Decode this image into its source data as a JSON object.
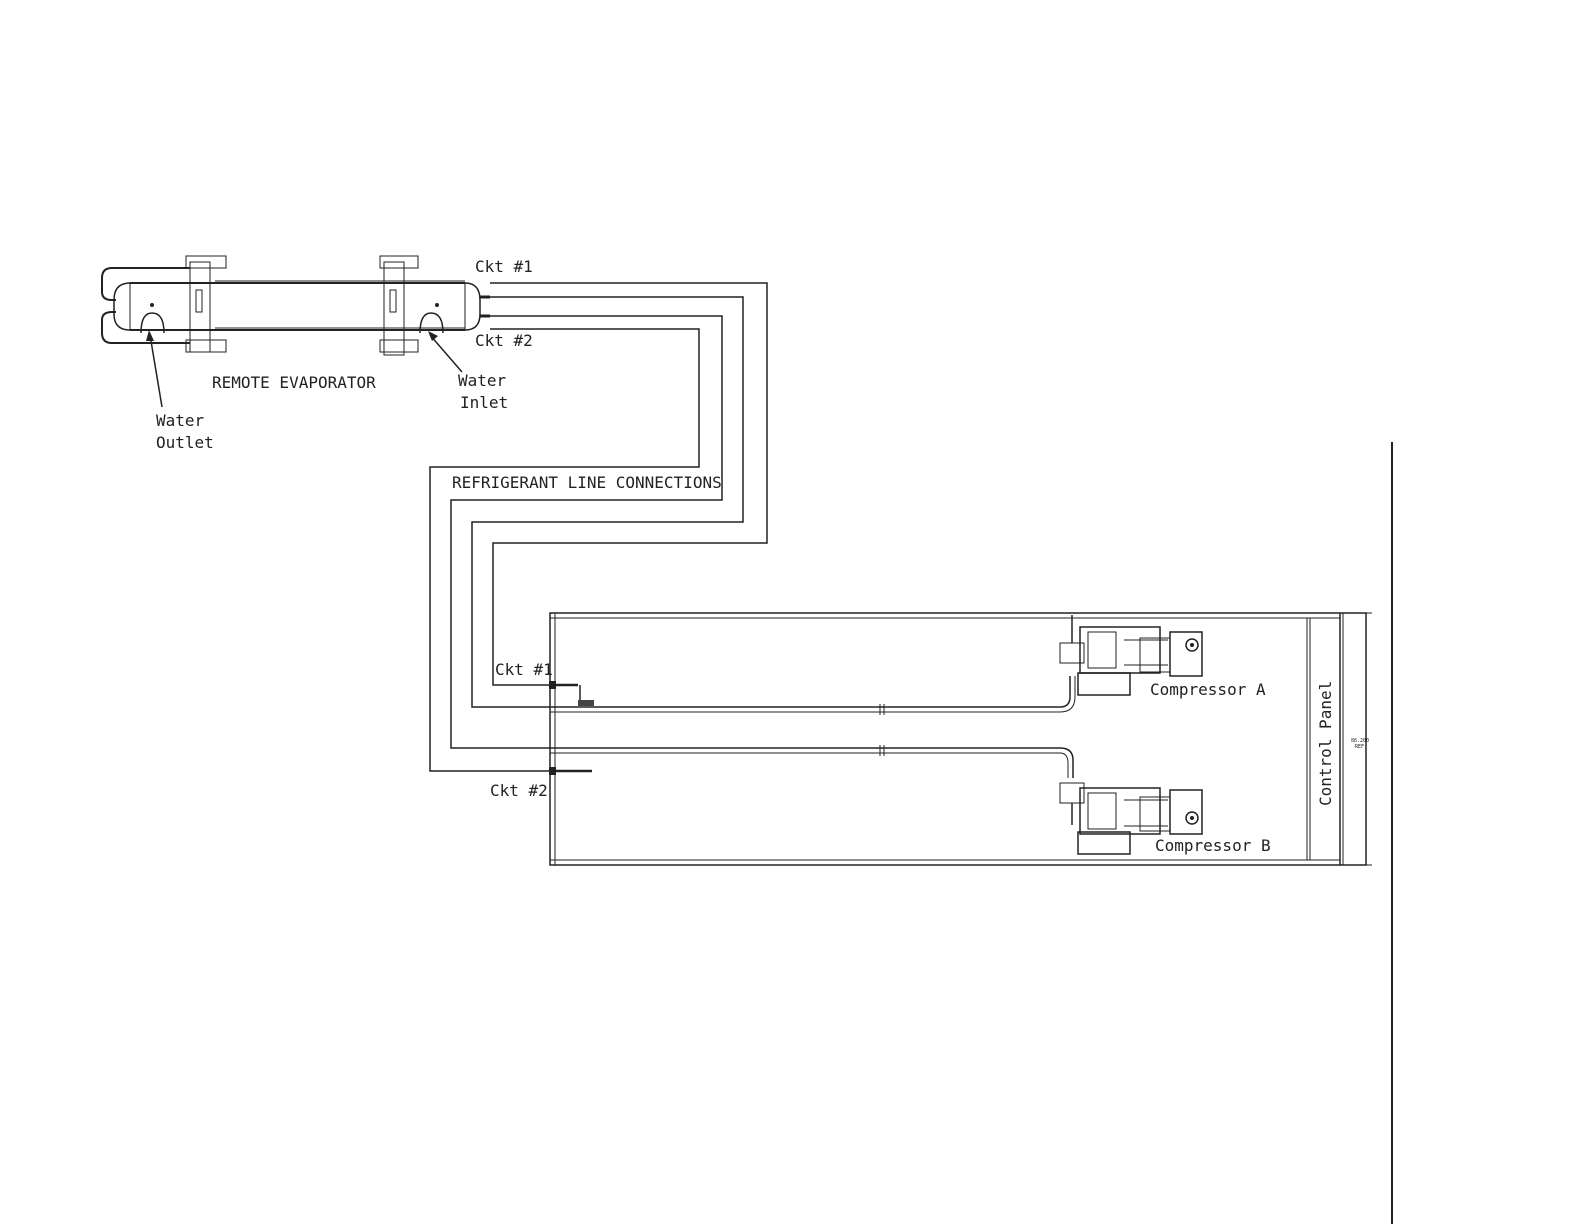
{
  "labels": {
    "ckt1_top": "Ckt #1",
    "ckt2_top": "Ckt #2",
    "remote_evaporator": "REMOTE EVAPORATOR",
    "water_inlet_1": "Water",
    "water_inlet_2": "Inlet",
    "water_outlet_1": "Water",
    "water_outlet_2": "Outlet",
    "refrigerant_line_connections": "REFRIGERANT LINE CONNECTIONS",
    "ckt1_unit": "Ckt #1",
    "ckt2_unit": "Ckt #2",
    "compressor_a": "Compressor A",
    "compressor_b": "Compressor B",
    "control_panel": "Control Panel",
    "dimension_1": "86.200",
    "dimension_2": "REF"
  }
}
